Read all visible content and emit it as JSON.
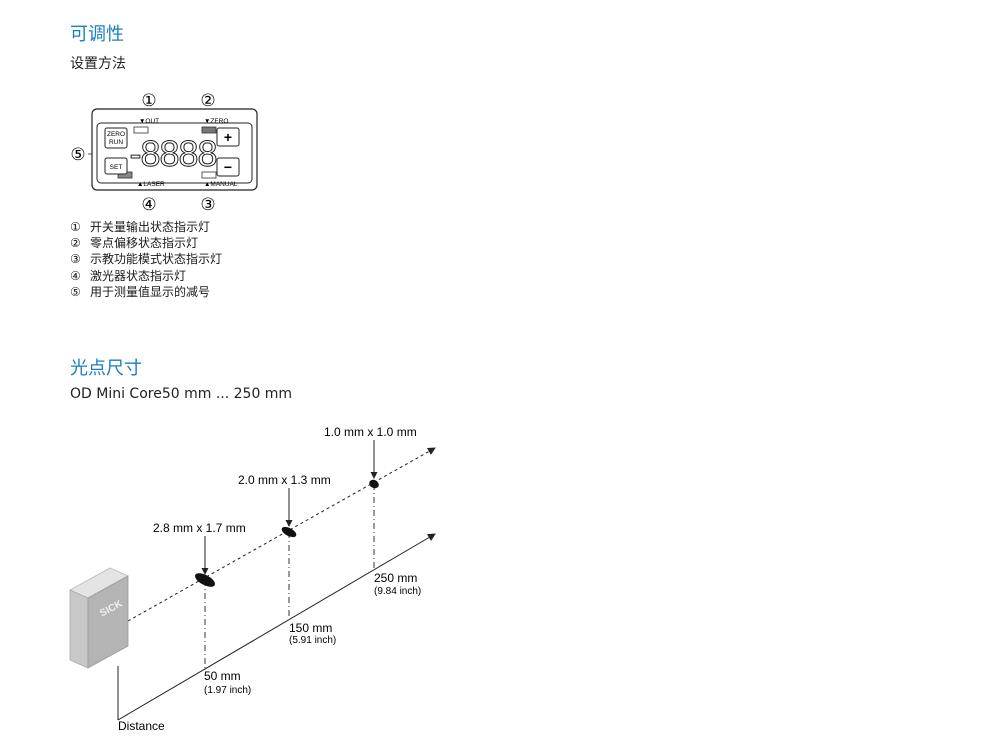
{
  "section1": {
    "title": "可调性",
    "subtitle": "设置方法"
  },
  "panel": {
    "callouts": [
      "①",
      "②",
      "③",
      "④",
      "⑤"
    ],
    "labels": {
      "out": "▼OUT",
      "zero": "▼ZERO",
      "laser": "▲LASER",
      "manual": "▲MANUAL",
      "zero_run_1": "ZERO",
      "zero_run_2": "RUN",
      "set": "SET",
      "plus": "+",
      "minus": "−"
    },
    "display_value": "-8888"
  },
  "legend": [
    {
      "num": "①",
      "text": "开关量输出状态指示灯"
    },
    {
      "num": "②",
      "text": "零点偏移状态指示灯"
    },
    {
      "num": "③",
      "text": "示教功能模式状态指示灯"
    },
    {
      "num": "④",
      "text": "激光器状态指示灯"
    },
    {
      "num": "⑤",
      "text": "用于测量值显示的减号"
    }
  ],
  "section2": {
    "title": "光点尺寸",
    "subtitle": "OD Mini Core50 mm ... 250 mm"
  },
  "spot_diagram": {
    "sensor_label": "SICK",
    "axis_label": "Distance",
    "spots": [
      {
        "size": "2.8 mm x 1.7 mm",
        "distance": "50 mm",
        "distance_inch": "(1.97 inch)"
      },
      {
        "size": "2.0 mm x 1.3 mm",
        "distance": "150 mm",
        "distance_inch": "(5.91 inch)"
      },
      {
        "size": "1.0 mm x 1.0 mm",
        "distance": "250 mm",
        "distance_inch": "(9.84 inch)"
      }
    ]
  }
}
